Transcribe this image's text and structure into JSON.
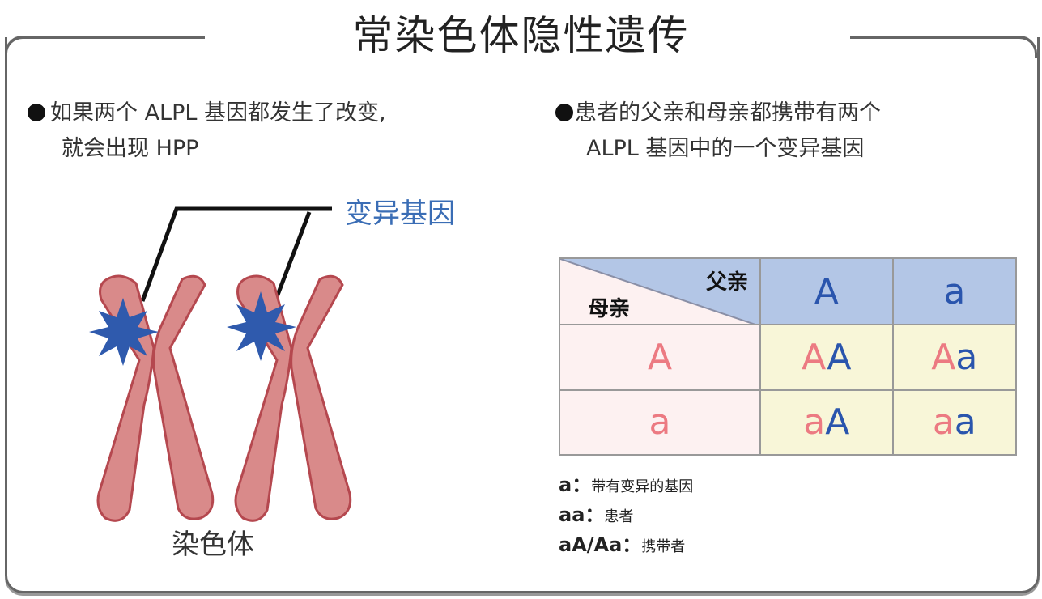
{
  "title": "常染色体隐性遗传",
  "left_panel": {
    "bullet_line1": "如果两个 ALPL 基因都发生了改变,",
    "bullet_line2": "就会出现 HPP",
    "mutation_label": "变异基因",
    "chromosome_label": "染色体"
  },
  "right_panel": {
    "bullet_line1": "患者的父亲和母亲都携带有两个",
    "bullet_line2": "ALPL 基因中的一个变异基因",
    "punnett": {
      "father_label": "父亲",
      "mother_label": "母亲",
      "father_alleles": [
        "A",
        "a"
      ],
      "rows": [
        {
          "mother_allele": "A",
          "cells": [
            [
              "A",
              "A"
            ],
            [
              "A",
              "a"
            ]
          ]
        },
        {
          "mother_allele": "a",
          "cells": [
            [
              "a",
              "A"
            ],
            [
              "a",
              "a"
            ]
          ]
        }
      ]
    },
    "legend": [
      {
        "key": "a：",
        "value": "带有变异的基因"
      },
      {
        "key": "aa：",
        "value": "患者"
      },
      {
        "key": "aA/Aa：",
        "value": "携带者"
      }
    ]
  },
  "colors": {
    "maternal": "#ec7a82",
    "paternal": "#2a55ad",
    "header_bg": "#b3c6e6",
    "cell_bg": "#f8f6d8",
    "mother_col_bg": "#fdf1f1",
    "chromosome_fill": "#d98a8a",
    "chromosome_stroke": "#b5484f",
    "mutation_star": "#2f5aad"
  }
}
